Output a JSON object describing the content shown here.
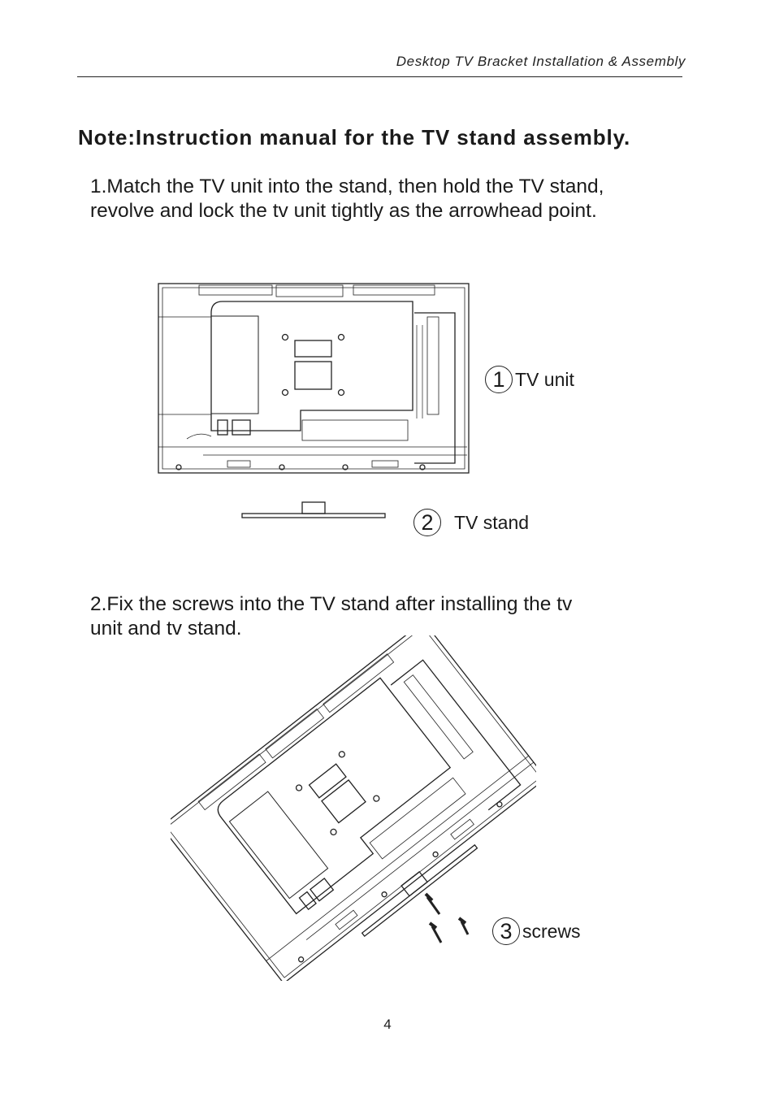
{
  "header": {
    "title": "Desktop TV Bracket Installation & Assembly"
  },
  "note": {
    "heading": "Note:Instruction manual for the TV stand assembly."
  },
  "steps": [
    {
      "line1": "1.Match the TV unit into the stand, then hold the TV stand,",
      "line2": "revolve and lock the tv unit tightly as  the arrowhead point."
    },
    {
      "line1": "2.Fix the screws into the TV stand after installing the tv",
      "line2": "unit and tv stand."
    }
  ],
  "callouts": [
    {
      "number": "1",
      "label": "TV unit"
    },
    {
      "number": "2",
      "label": "TV stand"
    },
    {
      "number": "3",
      "label": "screws"
    }
  ],
  "page_number": "4"
}
